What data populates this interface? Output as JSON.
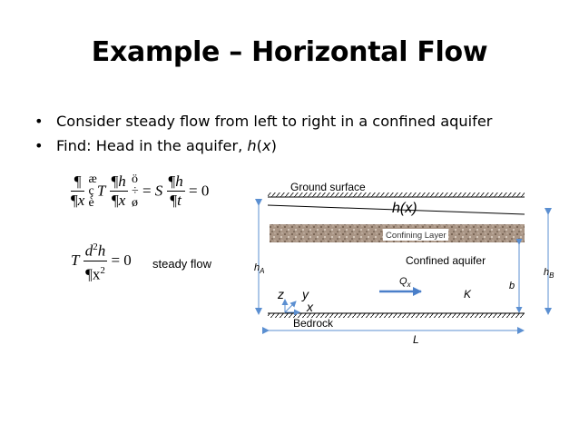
{
  "slide": {
    "title": "Example – Horizontal Flow",
    "bullets": [
      {
        "text_before": "Consider steady flow from left to right in a confined aquifer",
        "italic": "",
        "text_after": ""
      },
      {
        "text_before": "Find: Head in the aquifer, ",
        "italic": "h",
        "text_mid": "(",
        "italic2": "x",
        "text_after": ")"
      }
    ],
    "bullet_glyph": "•"
  },
  "equations": {
    "eq1": {
      "d": "¶",
      "lp": "æ",
      "lb": "ç",
      "le": "è",
      "rp": "ö",
      "rb": "÷",
      "re": "ø",
      "x": "x",
      "T": "T",
      "h": "h",
      "S": "S",
      "t": "t",
      "eq": "=",
      "zero": "0"
    },
    "eq2": {
      "T": "T",
      "d2h": "d",
      "sup2": "2",
      "h": "h",
      "dx": "¶x",
      "eq": "= 0",
      "note": "steady flow"
    }
  },
  "diagram": {
    "ground_surface": "Ground surface",
    "hx": "h(x)",
    "confining_layer": "Confining Layer",
    "confined_aquifer": "Confined aquifer",
    "hA": "h",
    "hA_sub": "A",
    "hB": "h",
    "hB_sub": "B",
    "Qx": "Q",
    "Qx_sub": "x",
    "K": "K",
    "b": "b",
    "z": "z",
    "y": "y",
    "x": "x",
    "bedrock": "Bedrock",
    "L": "L"
  }
}
